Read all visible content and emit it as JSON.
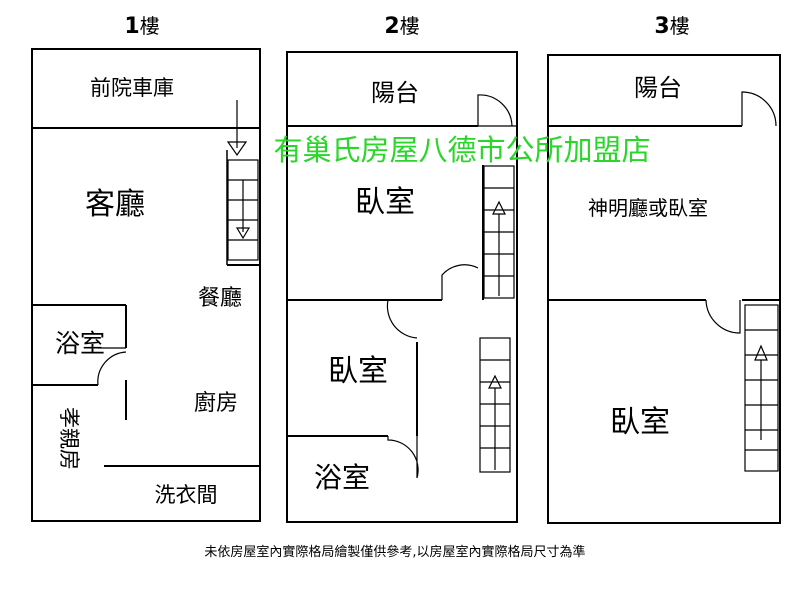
{
  "floors": [
    {
      "number": "1",
      "suffix": "樓"
    },
    {
      "number": "2",
      "suffix": "樓"
    },
    {
      "number": "3",
      "suffix": "樓"
    }
  ],
  "floor1": {
    "front_garage": "前院車庫",
    "living_room": "客廳",
    "dining_room": "餐廳",
    "bathroom": "浴室",
    "kitchen": "廚房",
    "elder_room": "孝親房",
    "laundry": "洗衣間"
  },
  "floor2": {
    "balcony": "陽台",
    "bedroom_1": "臥室",
    "bedroom_2": "臥室",
    "bathroom": "浴室"
  },
  "floor3": {
    "balcony": "陽台",
    "shrine_room": "神明廳或臥室",
    "bedroom": "臥室"
  },
  "watermark": "有巢氏房屋八德市公所加盟店",
  "footer_note": "未依房屋室內實際格局繪製僅供參考,以房屋室內實際格局尺寸為準"
}
